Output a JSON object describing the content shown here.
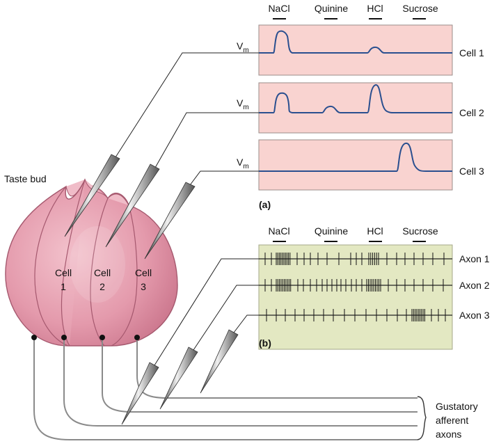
{
  "panel_a": {
    "label": "(a)",
    "stimuli": [
      "NaCl",
      "Quinine",
      "HCl",
      "Sucrose"
    ],
    "vm": "V",
    "vm_sub": "m",
    "cells": [
      "Cell 1",
      "Cell 2",
      "Cell 3"
    ]
  },
  "panel_b": {
    "label": "(b)",
    "stimuli": [
      "NaCl",
      "Quinine",
      "HCl",
      "Sucrose"
    ],
    "axons": [
      "Axon 1",
      "Axon 2",
      "Axon 3"
    ]
  },
  "taste_bud": {
    "title": "Taste bud",
    "cell1": [
      "Cell",
      "1"
    ],
    "cell2": [
      "Cell",
      "2"
    ],
    "cell3": [
      "Cell",
      "3"
    ]
  },
  "gustatory_label": [
    "Gustatory",
    "afferent",
    "axons"
  ],
  "colors": {
    "trace_panel_bg": "#f9d3d0",
    "spike_panel_bg": "#e3e8c2",
    "trace_line": "#2a4f8f",
    "bud_fill": "#e8a3b3",
    "axon_line": "#8a8a8a"
  }
}
